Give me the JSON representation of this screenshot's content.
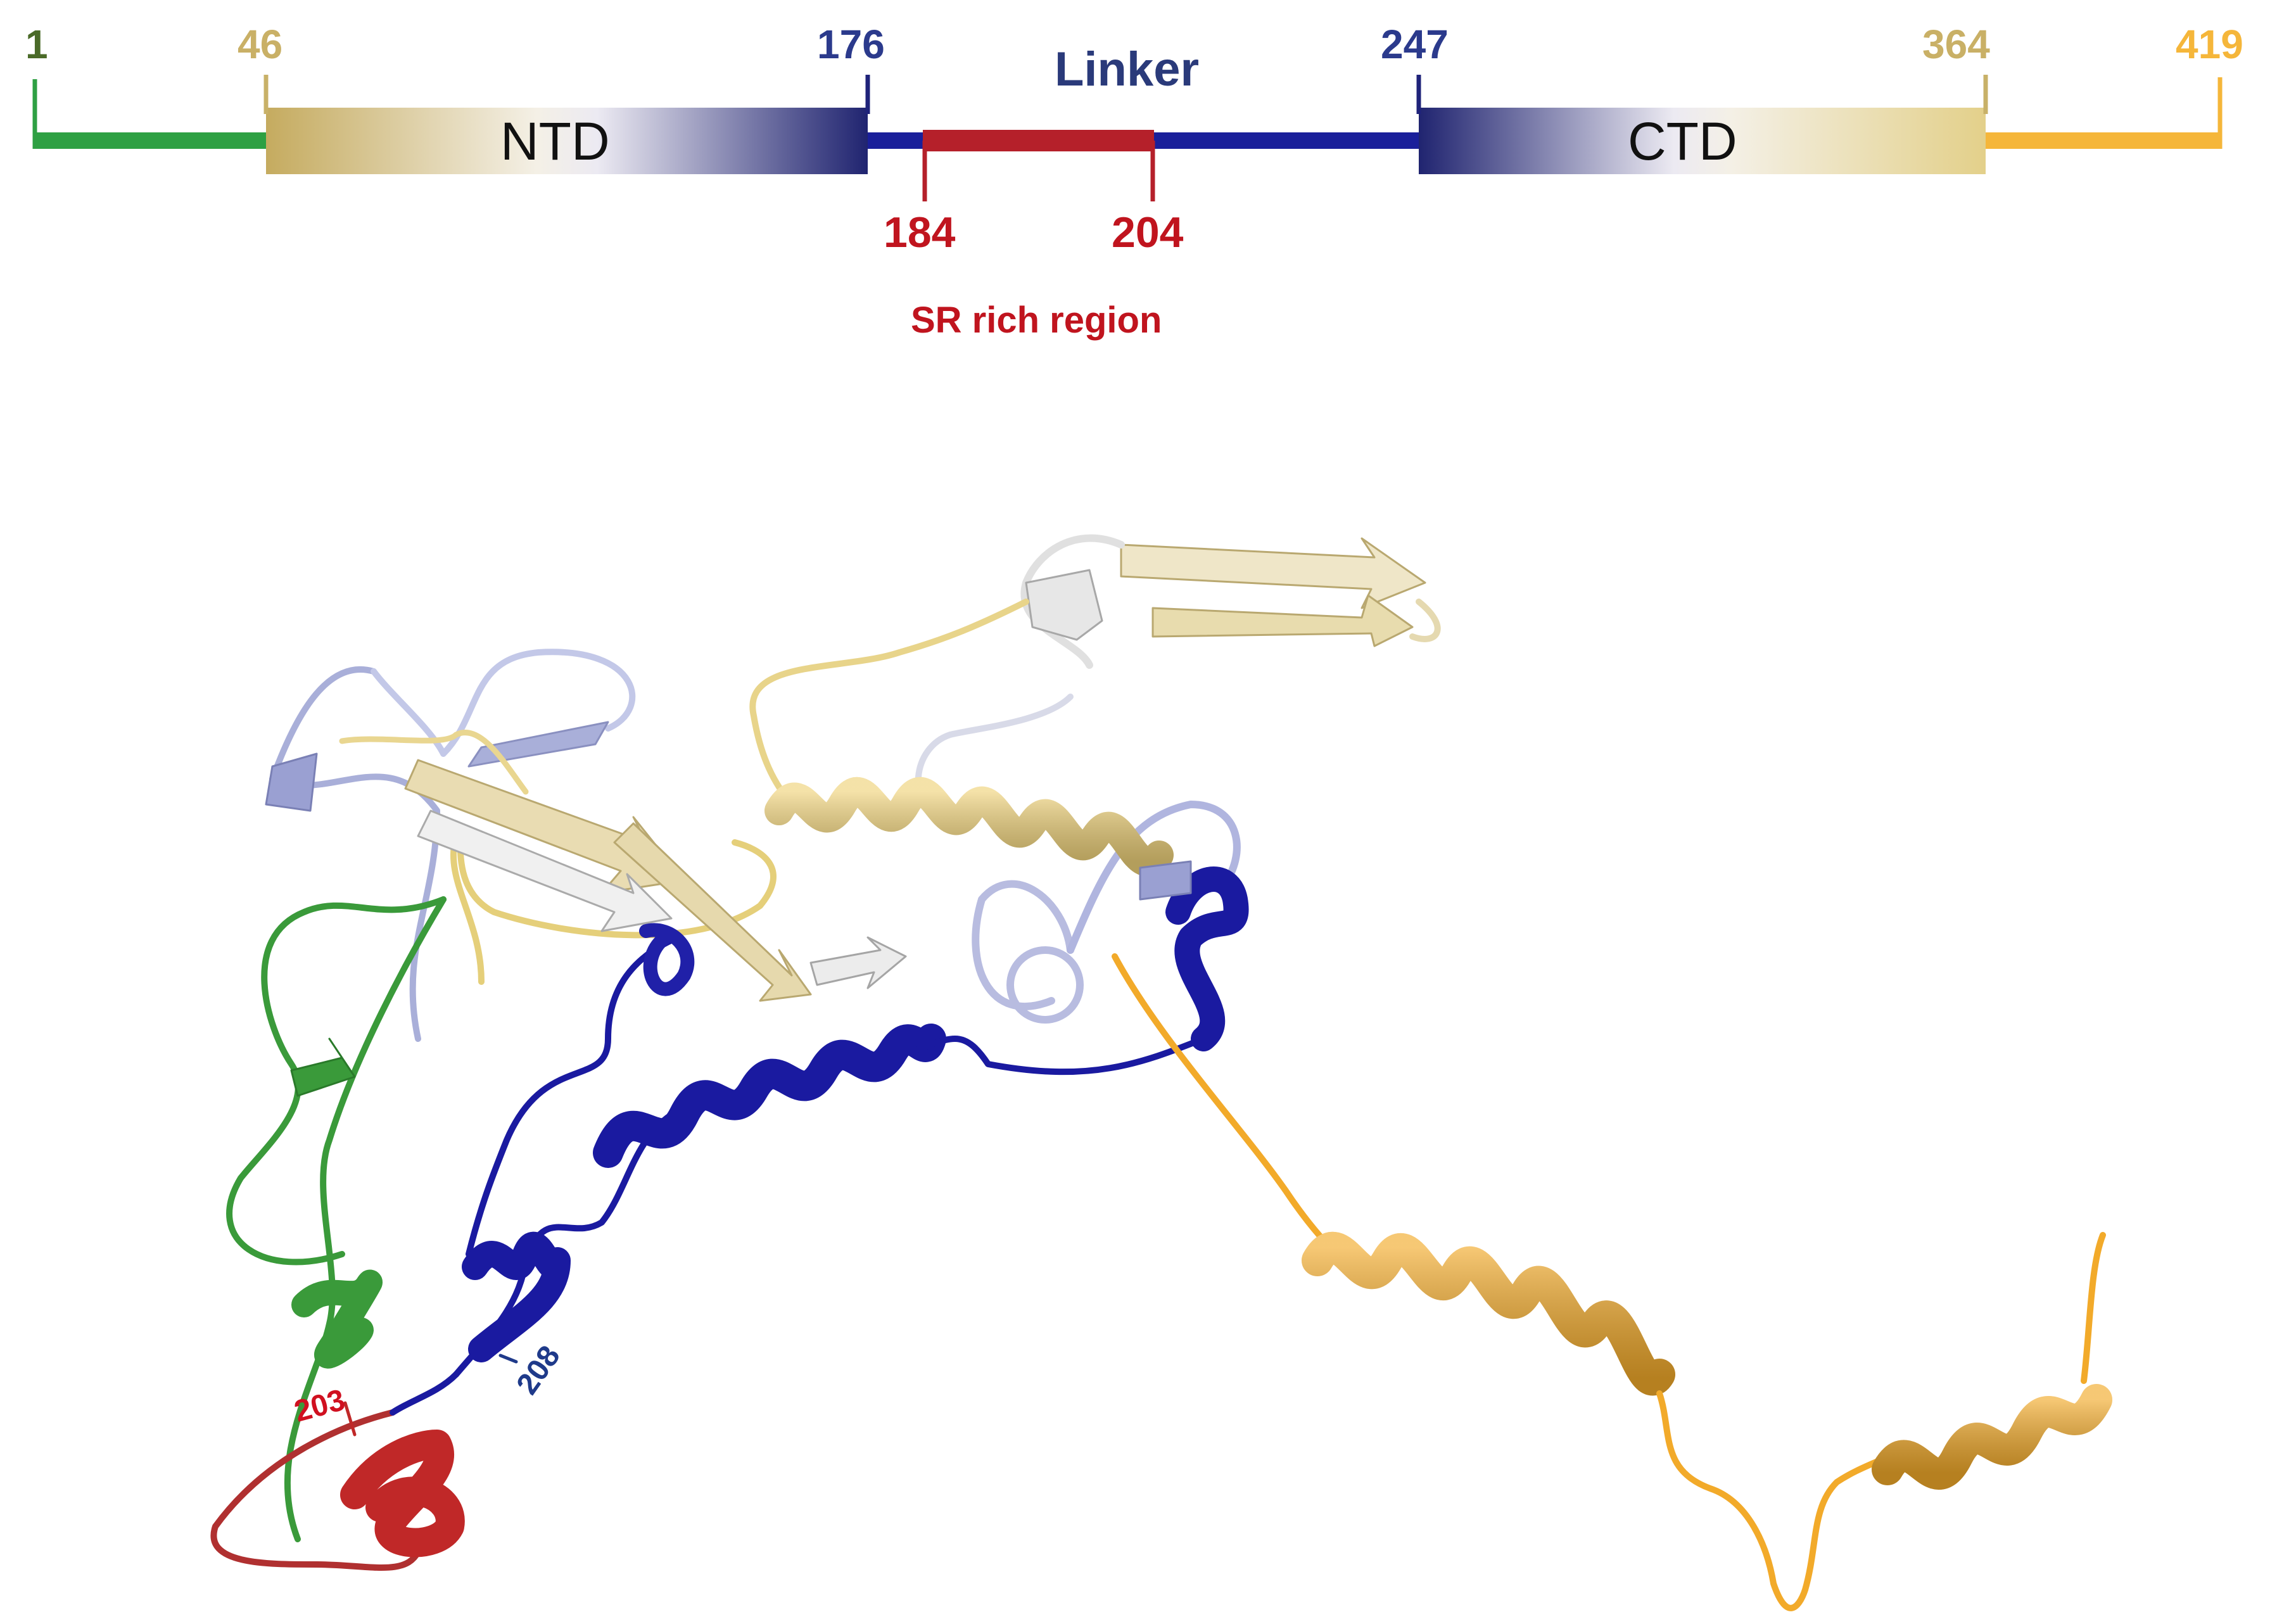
{
  "domain_map": {
    "positions": [
      {
        "id": "p1",
        "text": "1",
        "color": "#4a6a28"
      },
      {
        "id": "p46",
        "text": "46",
        "color": "#c9b066"
      },
      {
        "id": "p176",
        "text": "176",
        "color": "#2b3a8c"
      },
      {
        "id": "p247",
        "text": "247",
        "color": "#2b3a8c"
      },
      {
        "id": "p364",
        "text": "364",
        "color": "#c9b066"
      },
      {
        "id": "p419",
        "text": "419",
        "color": "#f5b63a"
      },
      {
        "id": "p184",
        "text": "184",
        "color": "#c0141e"
      },
      {
        "id": "p204",
        "text": "204",
        "color": "#c0141e"
      }
    ],
    "domains": {
      "ntd": "NTD",
      "ctd": "CTD",
      "linker": "Linker"
    },
    "sr_region_label": "SR rich region",
    "colors": {
      "n_terminal": "#2ea043",
      "domain_gold": "#c8b168",
      "domain_navy": "#1f237a",
      "linker": "#1a1f9a",
      "sr_region": "#b5202a",
      "c_terminal": "#f5b63a"
    }
  },
  "structure": {
    "residue_labels": [
      {
        "id": "r203",
        "text": "203",
        "color": "#d01020"
      },
      {
        "id": "r208",
        "text": "208",
        "color": "#1f3a8a"
      }
    ],
    "colors": {
      "n_terminal": "#3a9a3a",
      "sr_region": "#c02828",
      "linker_helix": "#1a1aa0",
      "ntd_strand_gold": "#e8d9a4",
      "ntd_strand_lavender": "#a9afd9",
      "ctd_helix_gold": "#efd27a",
      "c_terminal": "#f2aa2a"
    }
  }
}
